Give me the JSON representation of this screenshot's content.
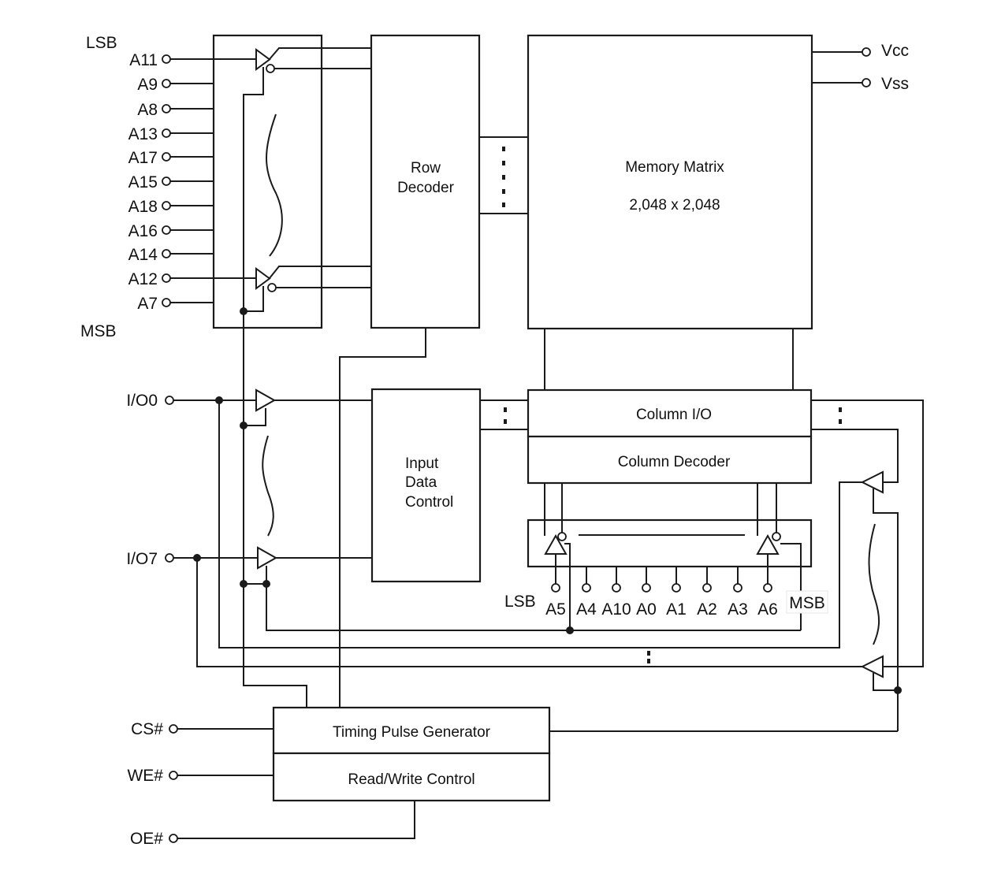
{
  "labels": {
    "lsb_top": "LSB",
    "msb_left": "MSB",
    "row_addr": [
      "A11",
      "A9",
      "A8",
      "A13",
      "A17",
      "A15",
      "A18",
      "A16",
      "A14",
      "A12",
      "A7"
    ],
    "io0": "I/O0",
    "io7": "I/O7",
    "vcc": "Vcc",
    "vss": "Vss",
    "cs": "CS#",
    "we": "WE#",
    "oe": "OE#",
    "lsb_bottom": "LSB",
    "msb_bottom": "MSB",
    "col_addr": [
      "A5",
      "A4",
      "A10",
      "A0",
      "A1",
      "A2",
      "A3",
      "A6"
    ]
  },
  "blocks": {
    "row_decoder": [
      "Row",
      "Decoder"
    ],
    "memory_matrix": "Memory Matrix",
    "matrix_size": "2,048 x 2,048",
    "input_data_control": [
      "Input",
      "Data",
      "Control"
    ],
    "column_io": "Column I/O",
    "column_decoder": "Column Decoder",
    "timing_pulse_generator": "Timing Pulse Generator",
    "rw_control": "Read/Write Control"
  },
  "colors": {
    "line": "#1a1a1a",
    "background": "#ffffff"
  }
}
